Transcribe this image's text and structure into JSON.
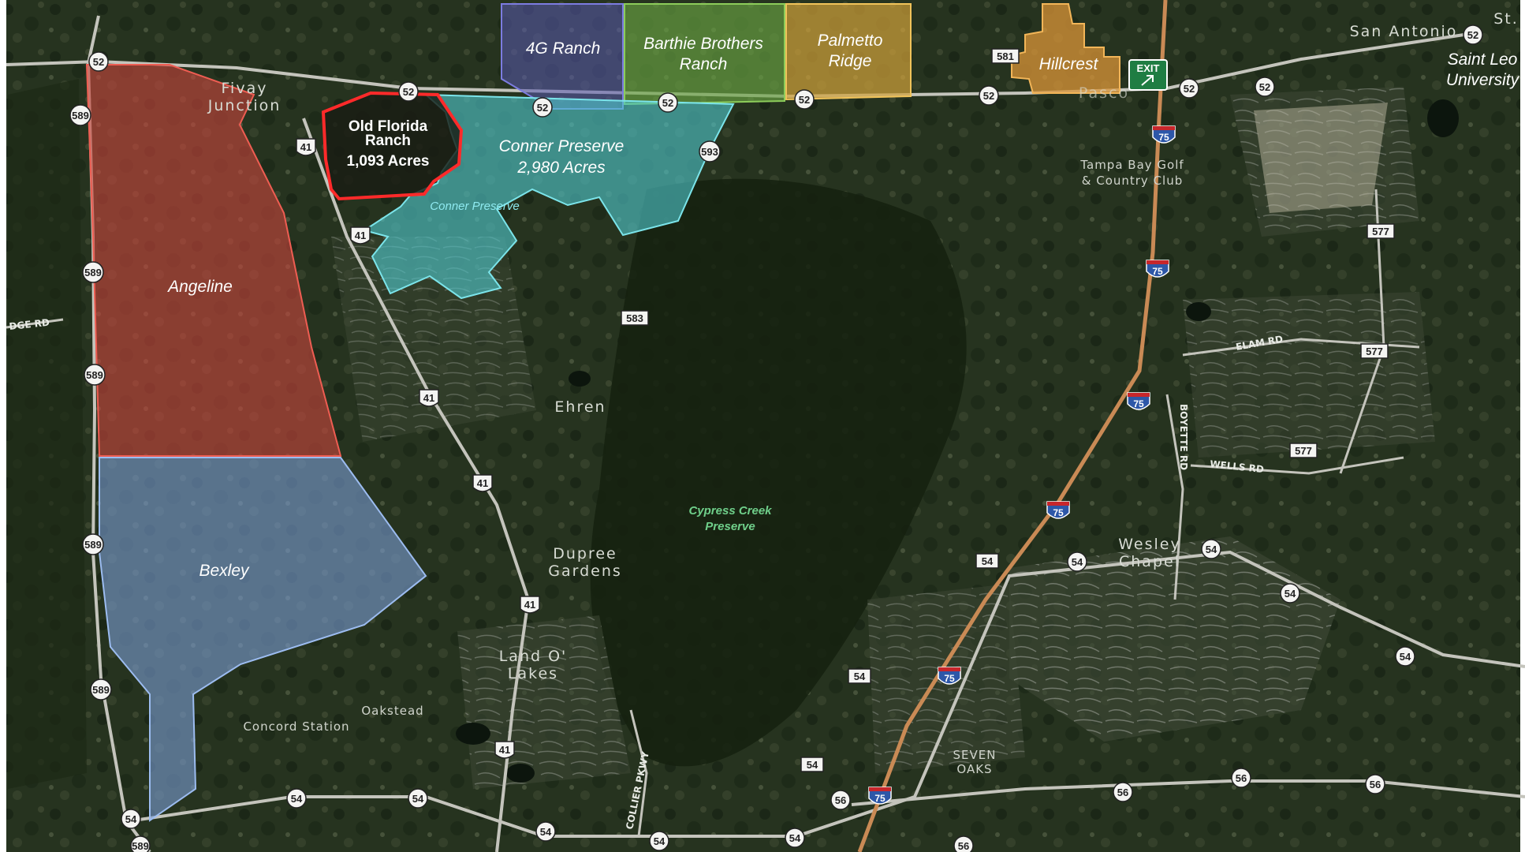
{
  "colors": {
    "background": "#26331f",
    "forest": "#1d2a1a",
    "field": "#4e5a3c",
    "road": "#b9b9b2",
    "interstate": "#c98a55",
    "angeline": "#c8463e",
    "bexley": "#7b9fd6",
    "conner": "#4fc6cb",
    "old_florida": "#e32a2a",
    "g4_ranch": "#5a5ab0",
    "barthie": "#6aa544",
    "palmetto": "#d2a23b",
    "hillcrest": "#db9638",
    "exit_sign": "#1f7d43"
  },
  "parcels": {
    "angeline": "Angeline",
    "bexley": "Bexley",
    "conner_name": "Conner Preserve",
    "conner_acres": "2,980 Acres",
    "conner_sub": "Conner Preserve",
    "old_florida_line1": "Old Florida",
    "old_florida_line2": "Ranch",
    "old_florida_acres": "1,093 Acres",
    "g4_ranch": "4G Ranch",
    "barthie_line1": "Barthie Brothers",
    "barthie_line2": "Ranch",
    "palmetto_line1": "Palmetto",
    "palmetto_line2": "Ridge",
    "hillcrest": "Hillcrest"
  },
  "places": {
    "fivay_line1": "Fivay",
    "fivay_line2": "Junction",
    "ehren": "Ehren",
    "dupree_line1": "Dupree",
    "dupree_line2": "Gardens",
    "land_line1": "Land O'",
    "land_line2": "Lakes",
    "wesley_line1": "Wesley",
    "wesley_line2": "Chapel",
    "seven_line1": "SEVEN",
    "seven_line2": "OAKS",
    "san_antonio": "San Antonio",
    "st": "St.",
    "saint_leo_line1": "Saint Leo",
    "saint_leo_line2": "University",
    "pasco": "Pasco",
    "tampa_golf_line1": "Tampa Bay Golf",
    "tampa_golf_line2": "& Country Club",
    "oakstead": "Oakstead",
    "concord": "Concord Station",
    "cypress_line1": "Cypress Creek",
    "cypress_line2": "Preserve"
  },
  "roads": {
    "ridge": "DGE RD",
    "elam": "ELAM RD",
    "wells": "WELLS RD",
    "boyette": "BOYETTE RD",
    "collier": "COLLIER PKWY"
  },
  "exit_label": "EXIT",
  "shields": {
    "r52": "52",
    "r589": "589",
    "r41": "41",
    "r581": "581",
    "r583": "583",
    "r577": "577",
    "r54": "54",
    "r56": "56",
    "r593": "593",
    "i75": "75"
  }
}
